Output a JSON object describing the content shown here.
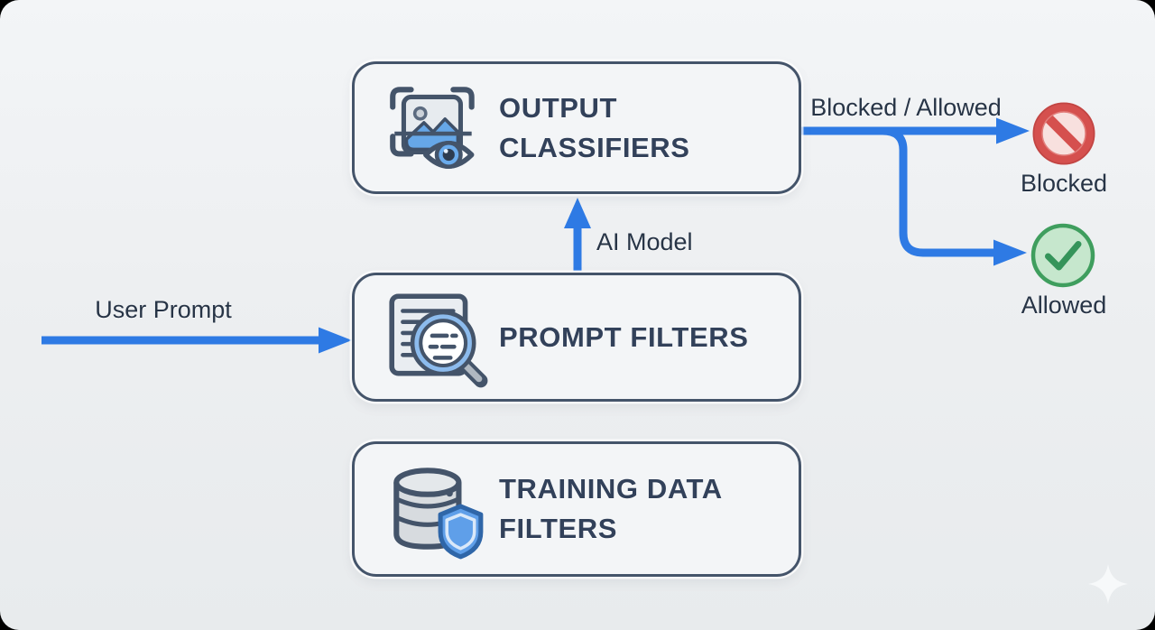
{
  "nodes": [
    {
      "id": "output_classifiers",
      "title_lines": [
        "OUTPUT",
        "CLASSIFIERS"
      ],
      "icon": "image-scan-eye-icon"
    },
    {
      "id": "prompt_filters",
      "title_lines": [
        "PROMPT FILTERS"
      ],
      "icon": "document-search-icon"
    },
    {
      "id": "training_data_filters",
      "title_lines": [
        "TRAINING DATA",
        "FILTERS"
      ],
      "icon": "database-shield-icon"
    }
  ],
  "flow_labels": {
    "user_prompt": "User Prompt",
    "ai_model": "AI Model",
    "blocked_allowed": "Blocked / Allowed"
  },
  "outcomes": [
    {
      "id": "blocked",
      "label": "Blocked",
      "icon": "no-entry-icon",
      "color": "#d5504e"
    },
    {
      "id": "allowed",
      "label": "Allowed",
      "icon": "check-circle-icon",
      "color": "#3f9e5e"
    }
  ],
  "watermark": {
    "icon": "sparkle-icon"
  },
  "colors": {
    "page_frame": "#000000",
    "background": "#edeff1",
    "node_fill": "#f3f5f7",
    "node_border": "#44546a",
    "arrow_blue": "#2e7ae4",
    "title_text": "#32415a",
    "label_text": "#273446",
    "blocked_red": "#d5504e",
    "allowed_green": "#3f9e5e"
  }
}
